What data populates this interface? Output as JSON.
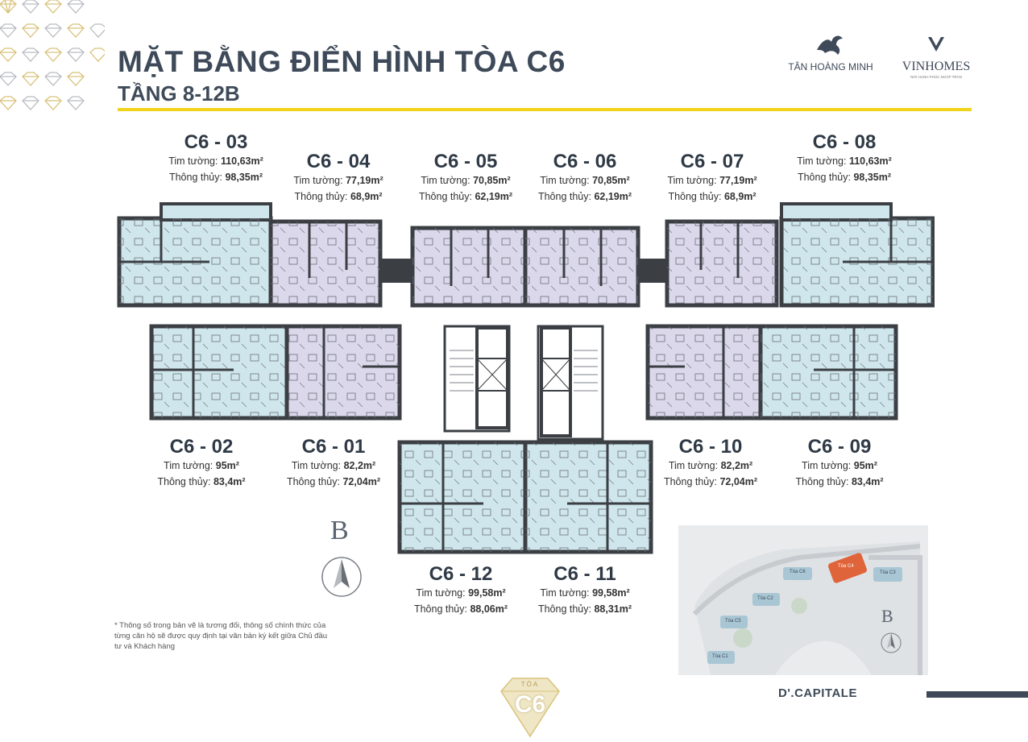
{
  "header": {
    "title": "MẶT BẰNG ĐIỂN HÌNH TÒA C6",
    "subtitle": "TẦNG 8-12B"
  },
  "brands": {
    "left": "TÂN HOÀNG MINH",
    "right": "VINHOMES",
    "right_tagline": "NƠI HẠNH PHÚC NGẬP TRÀN",
    "footer": "D'.CAPITALE",
    "badge_top": "TÒA",
    "badge_main": "C6"
  },
  "area_labels": {
    "wall": "Tim tường:",
    "net": "Thông thủy:"
  },
  "units": [
    {
      "code": "C6 - 03",
      "wall": "110,63m²",
      "net": "98,35m²"
    },
    {
      "code": "C6 - 04",
      "wall": "77,19m²",
      "net": "68,9m²"
    },
    {
      "code": "C6 - 05",
      "wall": "70,85m²",
      "net": "62,19m²"
    },
    {
      "code": "C6 - 06",
      "wall": "70,85m²",
      "net": "62,19m²"
    },
    {
      "code": "C6 - 07",
      "wall": "77,19m²",
      "net": "68,9m²"
    },
    {
      "code": "C6 - 08",
      "wall": "110,63m²",
      "net": "98,35m²"
    },
    {
      "code": "C6 - 02",
      "wall": "95m²",
      "net": "83,4m²"
    },
    {
      "code": "C6 - 01",
      "wall": "82,2m²",
      "net": "72,04m²"
    },
    {
      "code": "C6 - 10",
      "wall": "82,2m²",
      "net": "72,04m²"
    },
    {
      "code": "C6 - 09",
      "wall": "95m²",
      "net": "83,4m²"
    },
    {
      "code": "C6 - 12",
      "wall": "99,58m²",
      "net": "88,06m²"
    },
    {
      "code": "C6 - 11",
      "wall": "99,58m²",
      "net": "88,31m²"
    }
  ],
  "compass": {
    "letter": "B"
  },
  "sitemap": {
    "compass_letter": "B",
    "towers": [
      "Tòa C6",
      "Tòa C4",
      "Tòa C3",
      "Tòa C2",
      "Tòa C1",
      "Tòa C5"
    ]
  },
  "footnote": "* Thông số trong bản vẽ là tương đối, thông số chính thức của từng căn hộ sẽ được quy định tại văn bản ký kết giữa Chủ đầu tư và Khách hàng",
  "colors": {
    "accent": "#f1d31c",
    "title": "#3e4a59",
    "unit_teal": "#cfe7ec",
    "unit_lilac": "#dcd8ec",
    "wall": "#3b3f44",
    "highlight_tower": "#e0643a"
  }
}
